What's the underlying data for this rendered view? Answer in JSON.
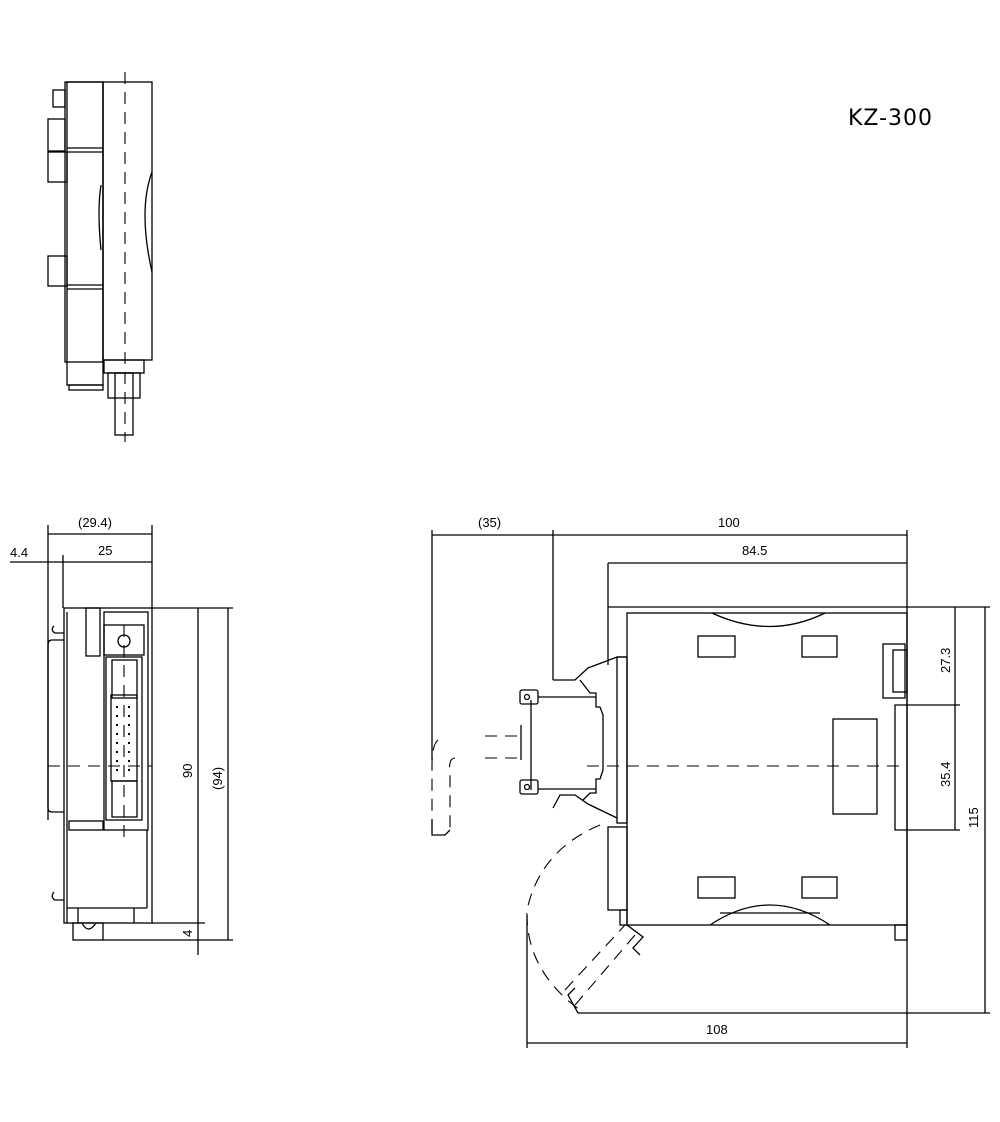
{
  "title": "KZ-300",
  "front_view": {
    "dims": {
      "width_overall": "(29.4)",
      "width": "25",
      "offset": "4.4",
      "height": "90",
      "height_overall": "(94)",
      "foot": "4"
    }
  },
  "side_view": {
    "dims": {
      "cable_clearance": "(35)",
      "depth": "100",
      "body_depth": "84.5",
      "top_offset": "27.3",
      "connector_height": "35.4",
      "height": "115",
      "bend_depth": "108"
    }
  },
  "colors": {
    "line": "#000000",
    "background": "#ffffff"
  }
}
